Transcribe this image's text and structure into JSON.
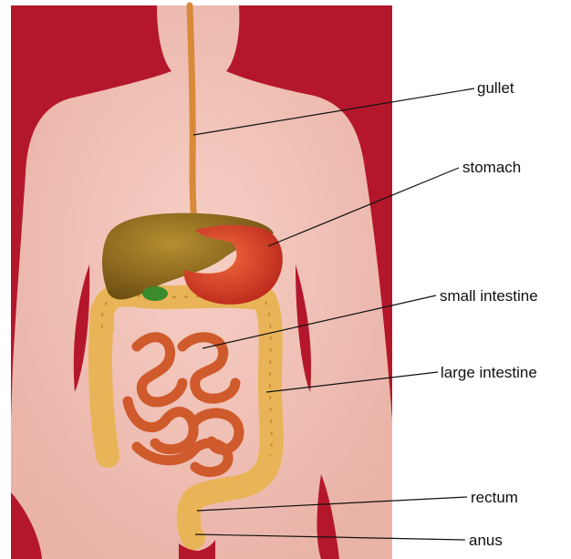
{
  "diagram": {
    "subject": "human digestive system",
    "colors": {
      "background_red": "#b4172b",
      "body_pink": "#f3c2b8",
      "liver": "#8c6a1c",
      "stomach": "#d63a20",
      "small_intestine": "#cf5a2c",
      "large_intestine": "#e9b457",
      "gullet": "#d9893a",
      "leader_line": "#111111"
    },
    "labels": {
      "gullet": "gullet",
      "stomach": "stomach",
      "small_intestine": "small intestine",
      "large_intestine": "large intestine",
      "rectum": "rectum",
      "anus": "anus"
    }
  }
}
